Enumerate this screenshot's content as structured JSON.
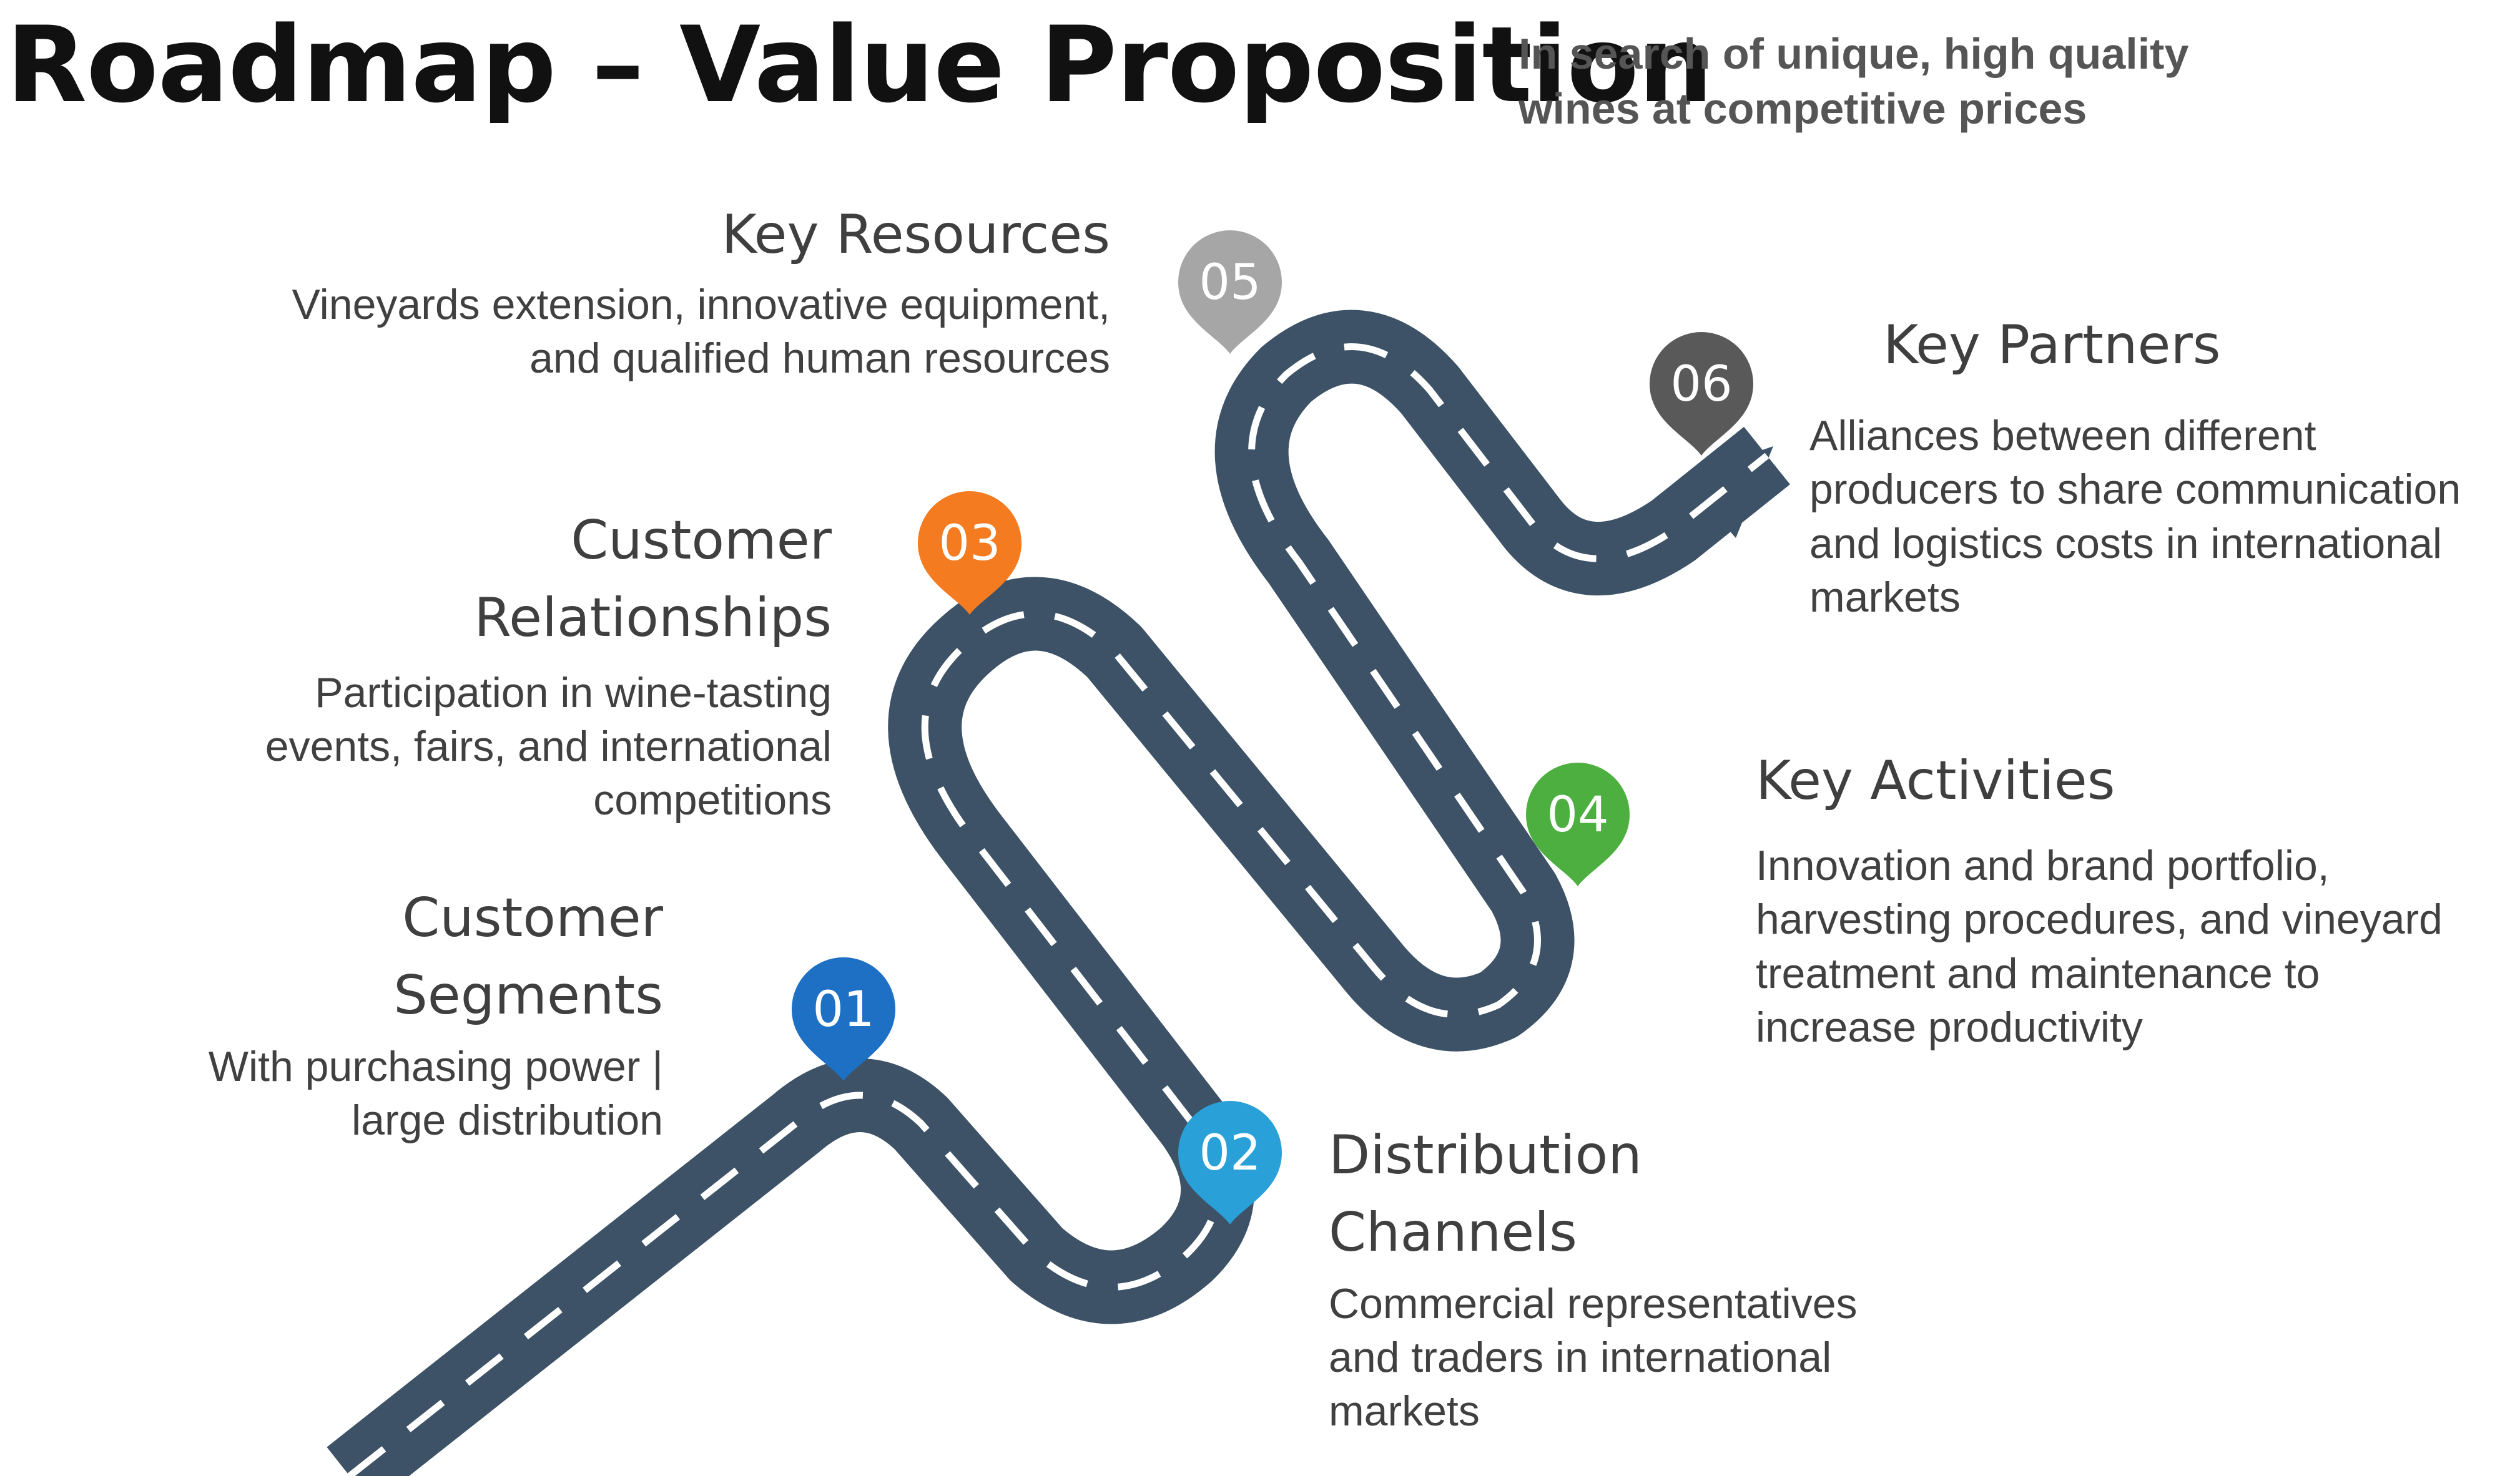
{
  "title": "Roadmap – Value Proposition",
  "subtitle_lines": [
    "In search of unique, high quality",
    "wines at competitive prices"
  ],
  "colors": {
    "road": "#3d5266",
    "lane_marking": "#ffffff",
    "pin_01": "#1e70c5",
    "pin_02": "#29a0d7",
    "pin_03": "#f47b20",
    "pin_04": "#4caf3f",
    "pin_05": "#a6a6a6",
    "pin_06": "#595959"
  },
  "milestones": [
    {
      "number": "01",
      "title_lines": [
        "Customer",
        "Segments"
      ],
      "desc_lines": [
        "With purchasing power |",
        "large distribution"
      ],
      "pin_color": "#1e70c5"
    },
    {
      "number": "02",
      "title_lines": [
        "Distribution",
        "Channels"
      ],
      "desc_lines": [
        "Commercial representatives",
        "and traders in international",
        "markets"
      ],
      "pin_color": "#29a0d7"
    },
    {
      "number": "03",
      "title_lines": [
        "Customer",
        "Relationships"
      ],
      "desc_lines": [
        "Participation in wine-tasting",
        "events, fairs, and international",
        "competitions"
      ],
      "pin_color": "#f47b20"
    },
    {
      "number": "04",
      "title_lines": [
        "Key Activities"
      ],
      "desc_lines": [
        "Innovation and brand portfolio,",
        "harvesting procedures, and vineyard",
        "treatment and maintenance to",
        "increase productivity"
      ],
      "pin_color": "#4caf3f"
    },
    {
      "number": "05",
      "title_lines": [
        "Key Resources"
      ],
      "desc_lines": [
        "Vineyards extension, innovative equipment,",
        "and qualified human resources"
      ],
      "pin_color": "#a6a6a6"
    },
    {
      "number": "06",
      "title_lines": [
        "Key Partners"
      ],
      "desc_lines": [
        "Alliances between different",
        "producers to share communication",
        "and logistics costs in international",
        "markets"
      ],
      "pin_color": "#595959"
    }
  ]
}
